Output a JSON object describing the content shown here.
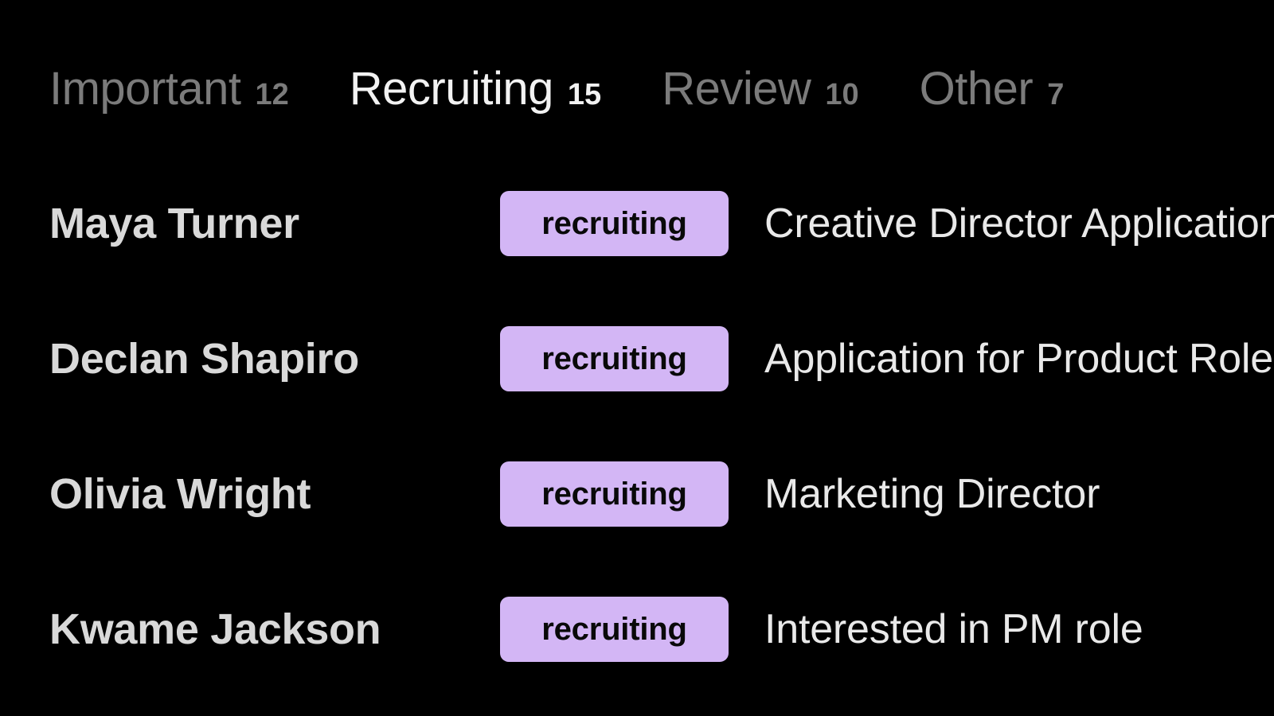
{
  "theme": {
    "background": "#000000",
    "tab_active_color": "#f2f2f2",
    "tab_inactive_color": "#7b7b7b",
    "sender_color": "#d9d9d9",
    "subject_color": "#e9e9e9",
    "badge_background": "#d3b6f5",
    "badge_text_color": "#090909"
  },
  "tabs": [
    {
      "label": "Important",
      "count": "12",
      "active": false
    },
    {
      "label": "Recruiting",
      "count": "15",
      "active": true
    },
    {
      "label": "Review",
      "count": "10",
      "active": false
    },
    {
      "label": "Other",
      "count": "7",
      "active": false
    }
  ],
  "messages": [
    {
      "sender": "Maya Turner",
      "badge": "recruiting",
      "subject": "Creative Director Application"
    },
    {
      "sender": "Declan Shapiro",
      "badge": "recruiting",
      "subject": "Application for Product Role"
    },
    {
      "sender": "Olivia Wright",
      "badge": "recruiting",
      "subject": "Marketing Director"
    },
    {
      "sender": "Kwame Jackson",
      "badge": "recruiting",
      "subject": "Interested in PM role"
    }
  ]
}
